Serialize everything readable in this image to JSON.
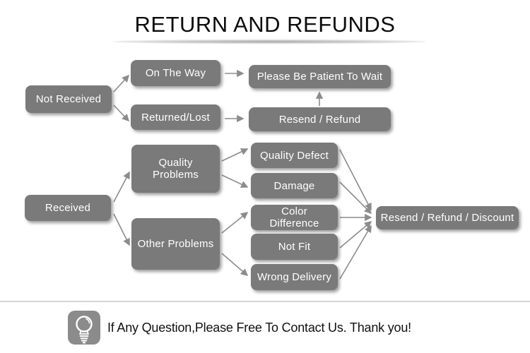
{
  "title": "RETURN AND REFUNDS",
  "flowchart": {
    "nodes": {
      "not_received": "Not Received",
      "on_the_way": "On The Way",
      "returned_lost": "Returned/Lost",
      "please_wait": "Please Be Patient To Wait",
      "resend_refund": "Resend / Refund",
      "received": "Received",
      "quality_problems": "Quality Problems",
      "other_problems": "Other Problems",
      "quality_defect": "Quality Defect",
      "damage": "Damage",
      "color_difference": "Color Difference",
      "not_fit": "Not Fit",
      "wrong_delivery": "Wrong Delivery",
      "resend_refund_discount": "Resend / Refund / Discount"
    },
    "edges": [
      [
        "not_received",
        "on_the_way"
      ],
      [
        "not_received",
        "returned_lost"
      ],
      [
        "on_the_way",
        "please_wait"
      ],
      [
        "returned_lost",
        "resend_refund"
      ],
      [
        "resend_refund",
        "please_wait"
      ],
      [
        "received",
        "quality_problems"
      ],
      [
        "received",
        "other_problems"
      ],
      [
        "quality_problems",
        "quality_defect"
      ],
      [
        "quality_problems",
        "damage"
      ],
      [
        "other_problems",
        "color_difference"
      ],
      [
        "other_problems",
        "wrong_delivery"
      ],
      [
        "quality_defect",
        "resend_refund_discount"
      ],
      [
        "damage",
        "resend_refund_discount"
      ],
      [
        "color_difference",
        "resend_refund_discount"
      ],
      [
        "not_fit",
        "resend_refund_discount"
      ],
      [
        "wrong_delivery",
        "resend_refund_discount"
      ]
    ],
    "colors": {
      "node_background": "#7a7a7a",
      "node_text": "#ffffff",
      "arrow": "#8c8c8c",
      "title_text": "#0c0c0c",
      "divider": "#d7d7d7",
      "icon_background": "#8b8b8b"
    }
  },
  "footer": {
    "icon": "lightbulb-icon",
    "message": "If Any Question,Please Free To Contact Us. Thank you!"
  }
}
